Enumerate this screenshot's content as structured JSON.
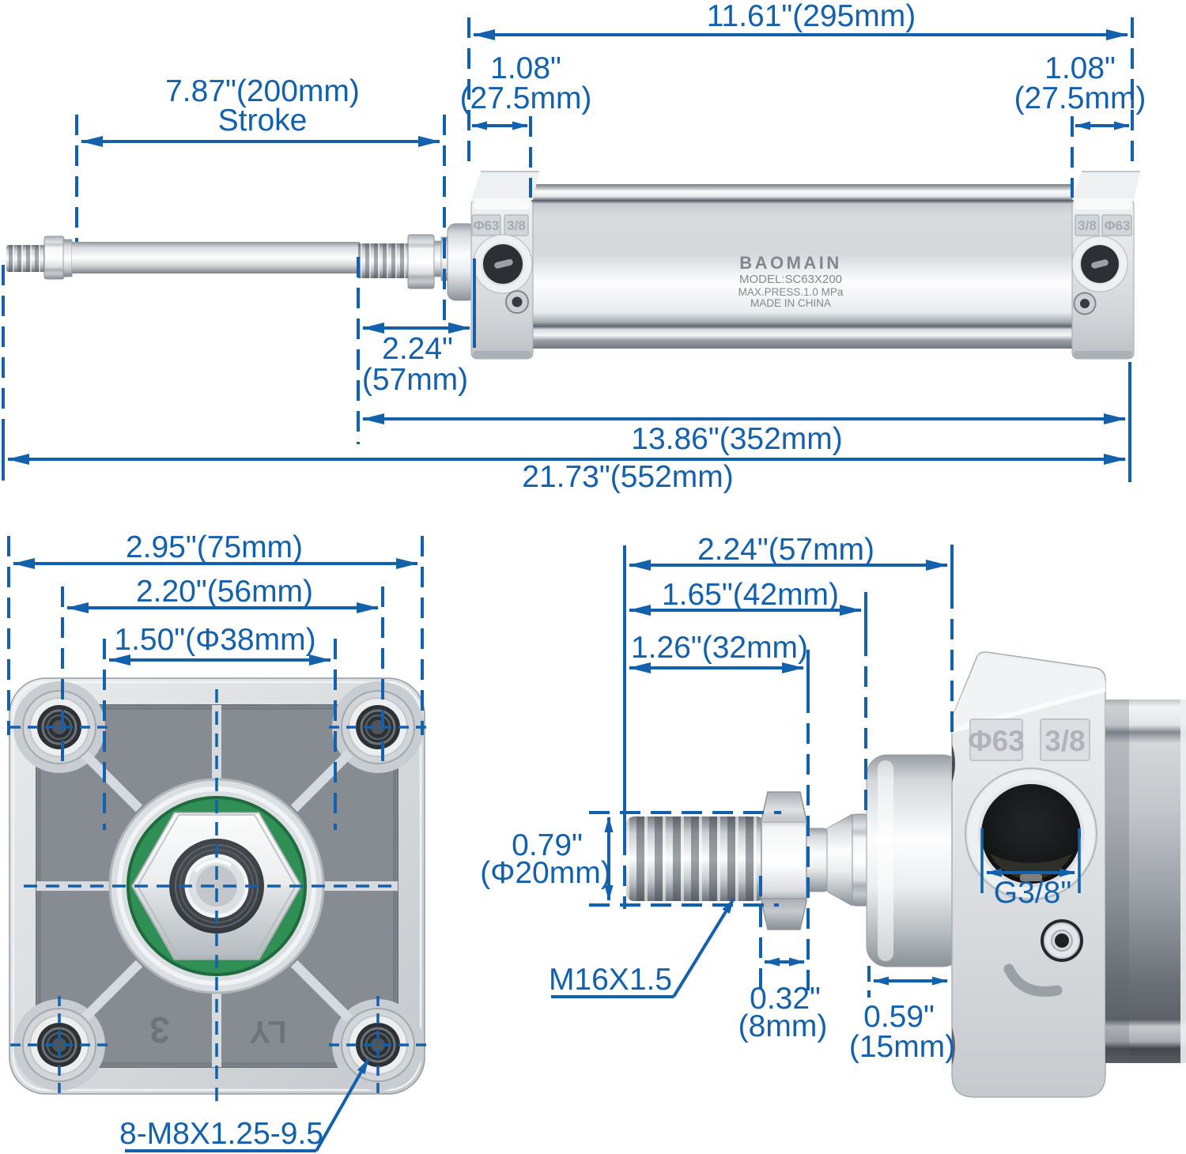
{
  "accent": "#1360ac",
  "product": {
    "brand": "BAOMAIN",
    "model": "MODEL:SC63X200",
    "pressure": "MAX.PRESS.1.0 MPa",
    "origin": "MADE IN CHINA",
    "bore_stamp": "Φ63",
    "port_stamp": "3/8"
  },
  "side_view": {
    "dim_body_length": "11.61\"(295mm)",
    "dim_cap_left_in": "1.08\"",
    "dim_cap_left_mm": "(27.5mm)",
    "dim_cap_right_in": "1.08\"",
    "dim_cap_right_mm": "(27.5mm)",
    "dim_stroke": "7.87\"(200mm)",
    "dim_stroke_label": "Stroke",
    "dim_rod_ext_in": "2.24\"",
    "dim_rod_ext_mm": "(57mm)",
    "dim_retracted": "13.86\"(352mm)",
    "dim_overall": "21.73\"(552mm)"
  },
  "front_view": {
    "dim_width": "2.95\"(75mm)",
    "dim_bolt_spacing": "2.20\"(56mm)",
    "dim_boss_dia": "1.50\"(Φ38mm)",
    "label_mount_thread": "8-M8X1.25-9.5",
    "embossed_left": "3",
    "embossed_right": "LY"
  },
  "detail_view": {
    "dim_total": "2.24\"(57mm)",
    "dim_to_shoulder": "1.65\"(42mm)",
    "dim_thread_len": "1.26\"(32mm)",
    "dim_rod_dia_in": "0.79\"",
    "dim_rod_dia_mm": "(Φ20mm)",
    "label_rod_thread": "M16X1.5",
    "dim_nut_w_in": "0.32\"",
    "dim_nut_w_mm": "(8mm)",
    "dim_boss_len_in": "0.59\"",
    "dim_boss_len_mm": "(15mm)",
    "label_port": "G3/8\""
  }
}
